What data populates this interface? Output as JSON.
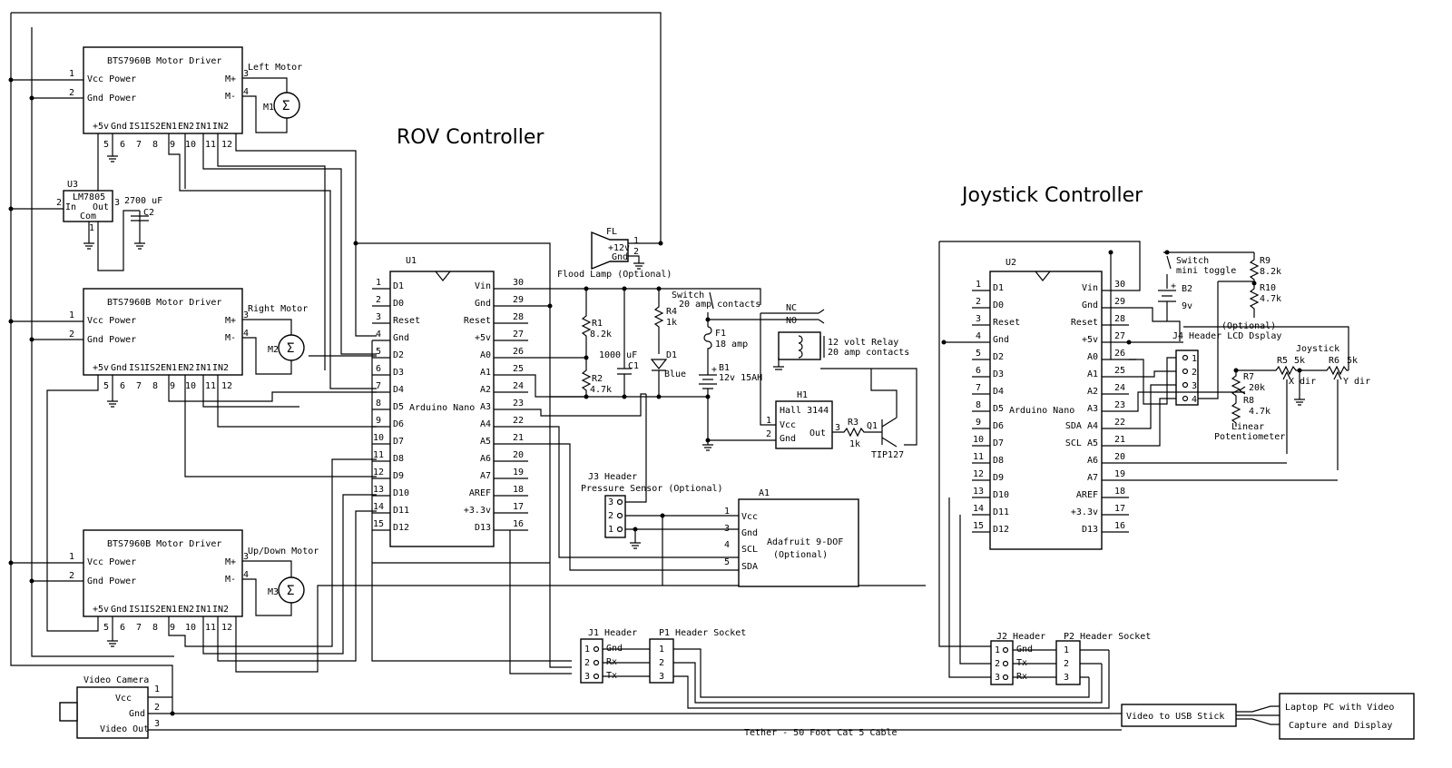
{
  "titles": {
    "rov": "ROV Controller",
    "joystick": "Joystick Controller"
  },
  "motor_driver": {
    "title": "BTS7960B Motor Driver",
    "vcc": "Vcc Power",
    "gnd": "Gnd Power",
    "mplus": "M+",
    "mminus": "M-",
    "bottom_labels": [
      "+5v",
      "Gnd",
      "IS1",
      "IS2",
      "EN1",
      "EN2",
      "IN1",
      "IN2"
    ],
    "bottom_pins": [
      "5",
      "6",
      "7",
      "8",
      "9",
      "10",
      "11",
      "12"
    ],
    "pin1": "1",
    "pin2": "2",
    "pin3": "3",
    "pin4": "4"
  },
  "motors": [
    {
      "label": "Left Motor",
      "ref": "M1"
    },
    {
      "label": "Right Motor",
      "ref": "M2"
    },
    {
      "label": "Up/Down Motor",
      "ref": "M3"
    }
  ],
  "regulator": {
    "ref": "U3",
    "part": "LM7805",
    "in": "In",
    "out": "Out",
    "com": "Com",
    "p1": "1",
    "p2": "2",
    "p3": "3"
  },
  "cap_c2": {
    "ref": "C2",
    "value": "2700 uF"
  },
  "nano": {
    "u1": "U1",
    "u2": "U2",
    "name": "Arduino Nano",
    "left_labels": [
      "D1",
      "D0",
      "Reset",
      "Gnd",
      "D2",
      "D3",
      "D4",
      "D5",
      "D6",
      "D7",
      "D8",
      "D9",
      "D10",
      "D11",
      "D12"
    ],
    "left_pins": [
      "1",
      "2",
      "3",
      "4",
      "5",
      "6",
      "7",
      "8",
      "9",
      "10",
      "11",
      "12",
      "13",
      "14",
      "15"
    ],
    "right_labels_u1": [
      "Vin",
      "Gnd",
      "Reset",
      "+5v",
      "A0",
      "A1",
      "A2",
      "A3",
      "A4",
      "A5",
      "A6",
      "A7",
      "AREF",
      "+3.3v",
      "D13"
    ],
    "right_labels_u2": [
      "Vin",
      "Gnd",
      "Reset",
      "+5v",
      "A0",
      "A1",
      "A2",
      "A3",
      "SDA A4",
      "SCL A5",
      "A6",
      "A7",
      "AREF",
      "+3.3v",
      "D13"
    ],
    "right_pins": [
      "30",
      "29",
      "28",
      "27",
      "26",
      "25",
      "24",
      "23",
      "22",
      "21",
      "20",
      "19",
      "18",
      "17",
      "16"
    ]
  },
  "flood_lamp": {
    "ref": "FL",
    "v": "+12v",
    "gnd": "Gnd",
    "p1": "1",
    "p2": "2",
    "label": "Flood Lamp (Optional)"
  },
  "resistors": {
    "r1": [
      "R1",
      "8.2k"
    ],
    "r2": [
      "R2",
      "4.7k"
    ],
    "r3": [
      "R3",
      "1k"
    ],
    "r4": [
      "R4",
      "1k"
    ],
    "r5": [
      "R5",
      "5k"
    ],
    "r6": [
      "R6",
      "5k"
    ],
    "r7": [
      "R7",
      "20k"
    ],
    "r8": [
      "R8",
      "4.7k"
    ],
    "r9": [
      "R9",
      "8.2k"
    ],
    "r10": [
      "R10",
      "4.7k"
    ]
  },
  "cap_c1": {
    "ref": "C1",
    "value": "1000 uF"
  },
  "led_d1": {
    "ref": "D1",
    "color": "Blue"
  },
  "switch1": {
    "label": "Switch",
    "desc": "20 amp contacts"
  },
  "relay": {
    "nc": "NC",
    "no": "NO",
    "line1": "12 volt Relay",
    "line2": "20 amp contacts"
  },
  "fuse": {
    "ref": "F1",
    "value": "18 amp"
  },
  "battery_b1": {
    "ref": "B1",
    "value": "12v 15AH",
    "plus": "+"
  },
  "hall": {
    "ref": "H1",
    "part": "Hall 3144",
    "vcc": "Vcc",
    "gnd": "Gnd",
    "out": "Out",
    "p1": "1",
    "p2": "2",
    "p3": "3"
  },
  "transistor": {
    "ref": "Q1",
    "part": "TIP127"
  },
  "j3": {
    "ref": "J3 Header",
    "desc": "Pressure Sensor (Optional)",
    "pins": [
      "3",
      "2",
      "1"
    ]
  },
  "a1": {
    "ref": "A1",
    "vcc": "Vcc",
    "gnd": "Gnd",
    "scl": "SCL",
    "sda": "SDA",
    "name": "Adafruit 9-DOF",
    "opt": "(Optional)",
    "pins": [
      "1",
      "3",
      "4",
      "5"
    ]
  },
  "j1": {
    "ref": "J1 Header",
    "pins": [
      "1",
      "2",
      "3"
    ],
    "labels": [
      "Gnd",
      "Rx",
      "Tx"
    ]
  },
  "p1": {
    "ref": "P1 Header Socket",
    "pins": [
      "1",
      "2",
      "3"
    ]
  },
  "j2": {
    "ref": "J2 Header",
    "pins": [
      "1",
      "2",
      "3"
    ],
    "labels": [
      "Gnd",
      "Tx",
      "Rx"
    ]
  },
  "p2": {
    "ref": "P2 Header Socket",
    "pins": [
      "1",
      "2",
      "3"
    ]
  },
  "camera": {
    "title": "Video Camera",
    "vcc": "Vcc",
    "gnd": "Gnd",
    "out": "Video Out",
    "p1": "1",
    "p2": "2",
    "p3": "3"
  },
  "tether": "Tether - 50 Foot Cat 5 Cable",
  "usb_stick": "Video to USB Stick",
  "laptop": {
    "line1": "Laptop PC with Video",
    "line2": "Capture and Display"
  },
  "switch2": {
    "label": "Switch",
    "desc": "mini toggle"
  },
  "battery_b2": {
    "ref": "B2",
    "value": "9v",
    "plus": "+"
  },
  "j4": {
    "line1": "(Optional)",
    "line2": "J4 Header LCD Dsplay",
    "pins": [
      "1",
      "2",
      "3",
      "4"
    ]
  },
  "joystick_labels": {
    "title": "Joystick",
    "x": "X dir",
    "y": "Y dir"
  },
  "linear_pot": {
    "line1": "Linear",
    "line2": "Potentiometer"
  }
}
